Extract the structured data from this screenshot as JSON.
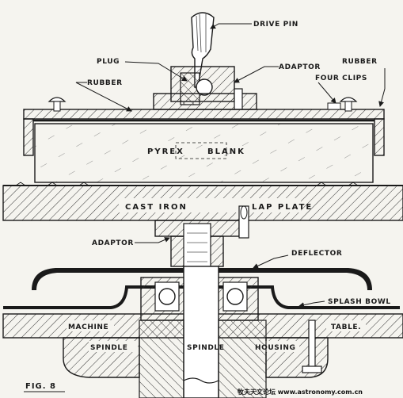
{
  "labels": {
    "drive_pin": "DRIVE PIN",
    "plug": "PLUG",
    "adaptor_top": "ADAPTOR",
    "rubber_right": "RUBBER",
    "four_clips": "FOUR CLIPS",
    "rubber_left": "RUBBER",
    "pyrex": "PYREX",
    "blank": "BLANK",
    "cast_iron": "CAST IRON",
    "lap_plate": "LAP PLATE",
    "adaptor_mid": "ADAPTOR",
    "deflector": "DEFLECTOR",
    "splash_bowl": "SPLASH BOWL",
    "machine": "MACHINE",
    "table": "TABLE.",
    "spindle_left": "SPINDLE",
    "spindle_center": "SPINDLE",
    "housing": "HOUSING",
    "figure": "FIG. 8",
    "watermark": "牧夫天文论坛 www.astronomy.com.cn"
  }
}
